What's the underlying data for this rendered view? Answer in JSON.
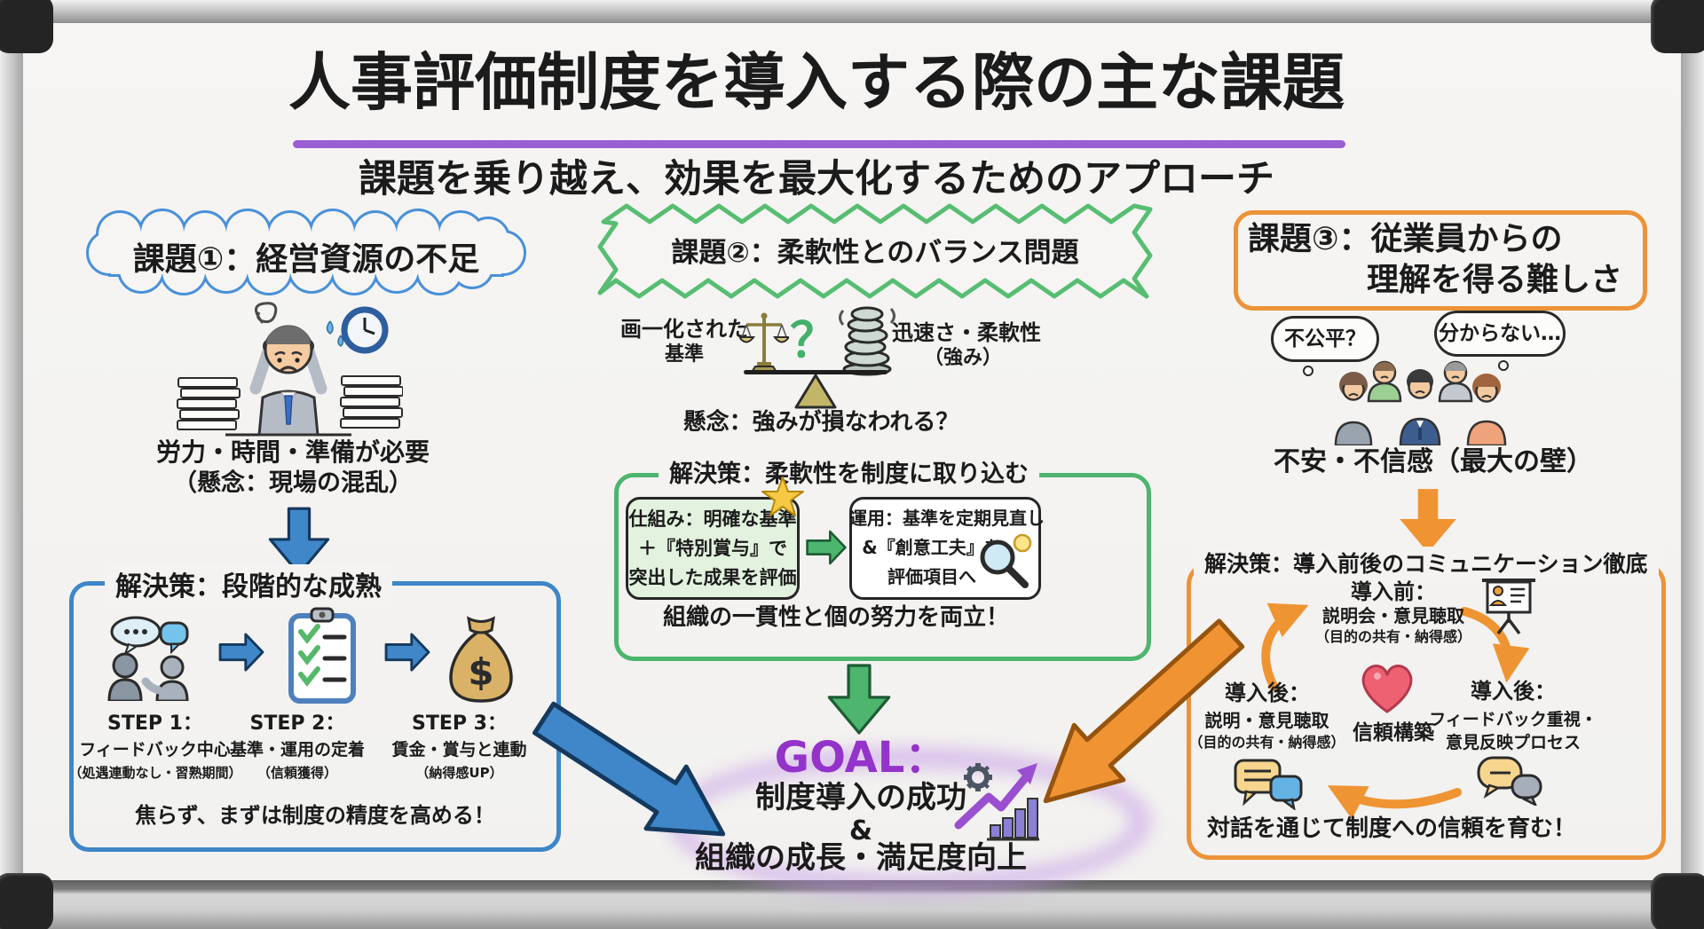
{
  "board": {
    "title": "人事評価制度を導入する際の主な課題",
    "subtitle": "課題を乗り越え、効果を最大化するためのアプローチ"
  },
  "colors": {
    "accent_blue": "#3e86c7",
    "accent_green": "#4db56e",
    "accent_orange": "#ec9338",
    "accent_purple": "#9a4fd0",
    "underline_purple": "#9a5fd3",
    "heart_red": "#ee6173"
  },
  "challenge1": {
    "heading": "課題①：経営資源の不足",
    "problem_lines": [
      "労力・時間・準備が必要",
      "（懸念：現場の混乱）"
    ],
    "solution_title": "解決策：段階的な成熟",
    "steps": [
      {
        "label": "STEP 1：",
        "name": "フィードバック中心",
        "note": "（処遇連動なし・習熟期間）"
      },
      {
        "label": "STEP 2：",
        "name": "基準・運用の定着",
        "note": "（信頼獲得）"
      },
      {
        "label": "STEP 3：",
        "name": "賃金・賞与と連動",
        "note": "（納得感UP）"
      }
    ],
    "bottom_note": "焦らず、まずは制度の精度を高める！"
  },
  "challenge2": {
    "heading": "課題②：柔軟性とのバランス問題",
    "left_label_lines": [
      "画一化された",
      "基準"
    ],
    "question_mark": "？",
    "right_label_lines": [
      "迅速さ・柔軟性",
      "（強み）"
    ],
    "concern": "懸念：強みが損なわれる？",
    "solution_title": "解決策：柔軟性を制度に取り込む",
    "box_mechanism_lines": [
      "仕組み：明確な基準",
      "＋『特別賞与』で",
      "突出した成果を評価"
    ],
    "box_operation_lines": [
      "運用：基準を定期見直し",
      "&『創意工夫』を",
      "評価項目へ"
    ],
    "bottom_note": "組織の一貫性と個の努力を両立！"
  },
  "challenge3": {
    "heading_lines": [
      "課題③：従業員からの",
      "理解を得る難しさ"
    ],
    "thought_bubbles": [
      "不公平？",
      "分からない…"
    ],
    "problem": "不安・不信感（最大の壁）",
    "solution_title": "解決策：導入前後のコミュニケーション徹底",
    "cycle": {
      "before": {
        "label": "導入前：",
        "line": "説明会・意見聴取",
        "note": "（目的の共有・納得感）"
      },
      "after_left": {
        "label": "導入後：",
        "line": "説明・意見聴取",
        "note": "（目的の共有・納得感）"
      },
      "after_right": {
        "label": "導入後：",
        "line1": "フィードバック重視・",
        "line2": "意見反映プロセス"
      },
      "center": "信頼構築"
    },
    "bottom_note": "対話を通じて制度への信頼を育む！"
  },
  "goal": {
    "label": "GOAL：",
    "line1": "制度導入の成功",
    "amp": "&",
    "line2": "組織の成長・満足度向上"
  },
  "icons": {
    "money-bag-icon": "$",
    "stressed-worker-icon": "svg-figure",
    "paper-stack-icon": "svg-shape",
    "clock-icon": "svg-shape",
    "conversation-icon": "svg-shape",
    "checklist-icon": "svg-shape",
    "balance-scale-icon": "svg-shape",
    "spring-icon": "svg-shape",
    "star-icon": "svg-shape",
    "magnifier-bulb-icon": "svg-shape",
    "worried-employees-icon": "svg-figure",
    "thought-cloud-icon": "svg-shape",
    "presentation-board-icon": "svg-shape",
    "heart-icon": "svg-shape",
    "chat-bubbles-icon": "svg-shape",
    "growth-chart-gear-icon": "svg-shape",
    "block-arrow-icon": "svg-shape"
  }
}
